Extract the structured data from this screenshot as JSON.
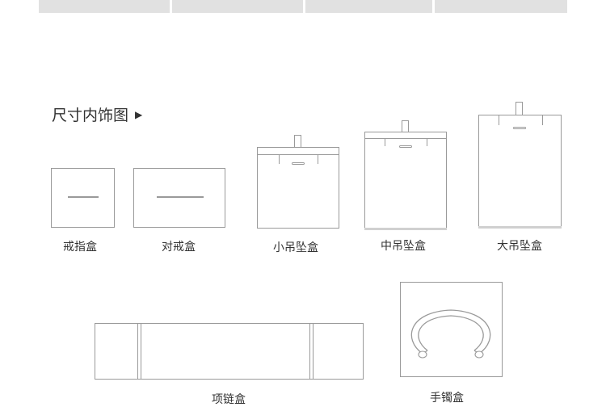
{
  "section_title": "尺寸内饰图",
  "title_arrow_icon": "play-arrow-icon",
  "products": {
    "ring_box": "戒指盒",
    "pair_ring_box": "对戒盒",
    "small_pendant_box": "小吊坠盒",
    "medium_pendant_box": "中吊坠盒",
    "large_pendant_box": "大吊坠盒",
    "necklace_box": "项链盒",
    "bracelet_box": "手镯盒"
  },
  "colors": {
    "outline": "#9a9a9a",
    "topbar": "#e1e1e1",
    "text": "#333333"
  }
}
